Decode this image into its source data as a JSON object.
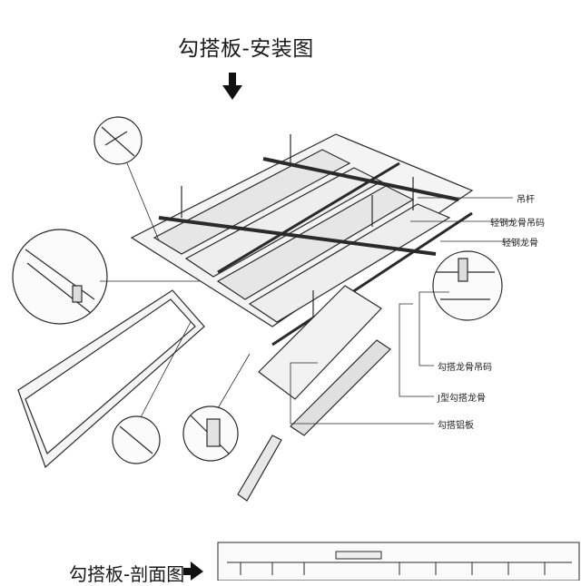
{
  "title": "勾搭板-安装图",
  "section_title": "勾搭板-剖面图",
  "labels": {
    "rod": "吊杆",
    "lightsteel_hanger": "轻钢龙骨吊码",
    "lightsteel_keel": "轻钢龙骨",
    "hook_keel_hanger": "勾搭龙骨吊码",
    "j_keel": "J型勾搭龙骨",
    "hook_panel": "勾搭铝板"
  },
  "icons": [
    "down-arrow-icon",
    "right-arrow-icon"
  ],
  "colors": {
    "line": "#2a2a2a",
    "panel": "#f2f2f2",
    "panel_dark": "#d9d9d9"
  }
}
